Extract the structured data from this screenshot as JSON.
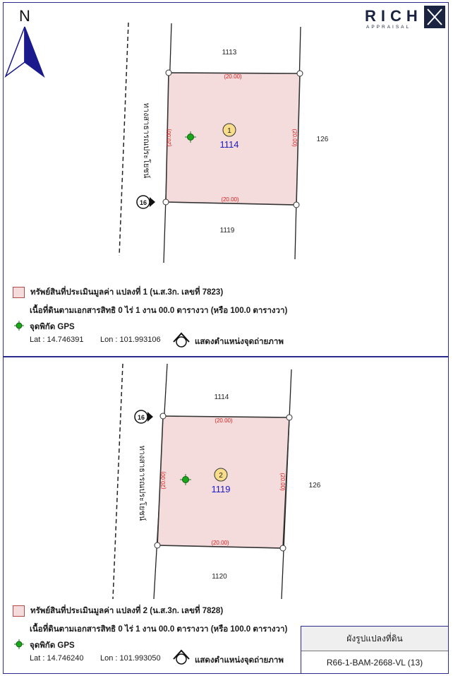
{
  "logo": {
    "text": "RICH",
    "subtext": "APPRAISAL"
  },
  "north_label": "N",
  "panels": [
    {
      "neighbors": {
        "top": "1113",
        "right": "126",
        "bottom": "1119"
      },
      "road_label": "ทางสาธารณประโยชน์",
      "dimensions": {
        "top": "(20.00)",
        "bottom": "(20.00)",
        "left": "(20.00)",
        "right": "(20.00)"
      },
      "parcel_number": "1114",
      "marker": "1",
      "photo_point": "16",
      "legend": {
        "property": "ทรัพย์สินที่ประเมินมูลค่า แปลงที่ 1 (น.ส.3ก. เลขที่ 7823)",
        "area": "เนื้อที่ดินตามเอกสารสิทธิ 0 ไร่ 1 งาน 00.0 ตารางวา (หรือ 100.0 ตารางวา)",
        "gps": "จุดพิกัด GPS",
        "lat": "Lat : 14.746391",
        "lon": "Lon : 101.993106",
        "photo": "แสดงตำแหน่งจุดถ่ายภาพ"
      }
    },
    {
      "neighbors": {
        "top": "1114",
        "right": "126",
        "bottom": "1120"
      },
      "road_label": "ทางสาธารณประโยชน์",
      "dimensions": {
        "top": "(20.00)",
        "bottom": "(20.00)",
        "left": "(20.00)",
        "right": "(20.00)"
      },
      "parcel_number": "1119",
      "marker": "2",
      "photo_point": "16",
      "legend": {
        "property": "ทรัพย์สินที่ประเมินมูลค่า แปลงที่ 2 (น.ส.3ก. เลขที่ 7828)",
        "area": "เนื้อที่ดินตามเอกสารสิทธิ 0 ไร่ 1 งาน 00.0 ตารางวา (หรือ 100.0 ตารางวา)",
        "gps": "จุดพิกัด GPS",
        "lat": "Lat : 14.746240",
        "lon": "Lon : 101.993050",
        "photo": "แสดงตำแหน่งจุดถ่ายภาพ"
      }
    }
  ],
  "title_block": {
    "title": "ผังรูปแปลงที่ดิน",
    "code": "R66-1-BAM-2668-VL (13)"
  },
  "colors": {
    "parcel_fill": "#f5dcdc",
    "parcel_stroke": "#333333",
    "dimension_text": "#d42020",
    "parcel_number": "#1a1ac8",
    "marker_fill": "#f7dc8a",
    "gps": "#1aa51a",
    "frame": "#2c2c8c",
    "north_arrow": "#1a1a8c"
  }
}
